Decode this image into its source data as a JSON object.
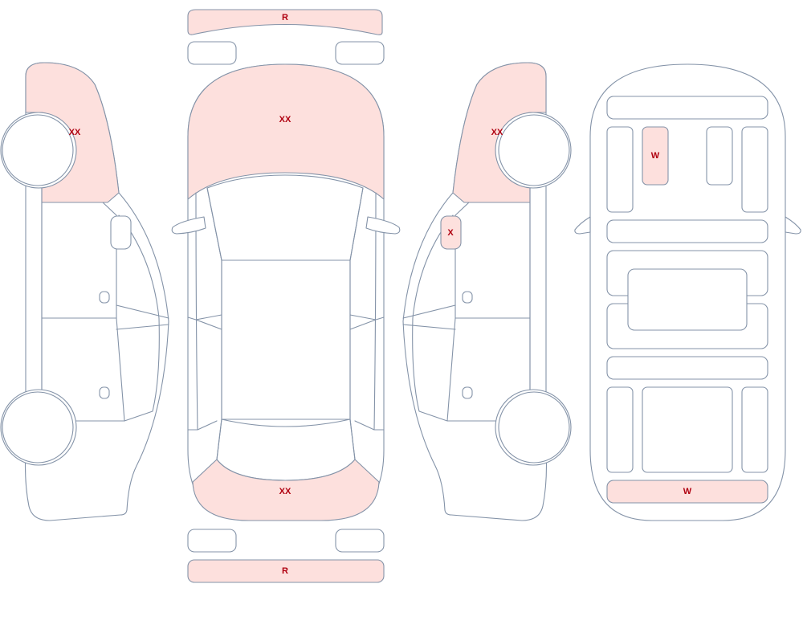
{
  "marks": {
    "front_bumper": "R",
    "rear_bumper": "R",
    "hood": "XX",
    "trunk": "XX",
    "left_front_fender": "XX",
    "right_front_fender": "XX",
    "right_mirror": "X",
    "floor_front_left_seat": "W",
    "floor_rear_panel": "W"
  },
  "colors": {
    "damage_fill": "#fde0dd",
    "outline": "#8493a8",
    "label": "#b00010"
  }
}
